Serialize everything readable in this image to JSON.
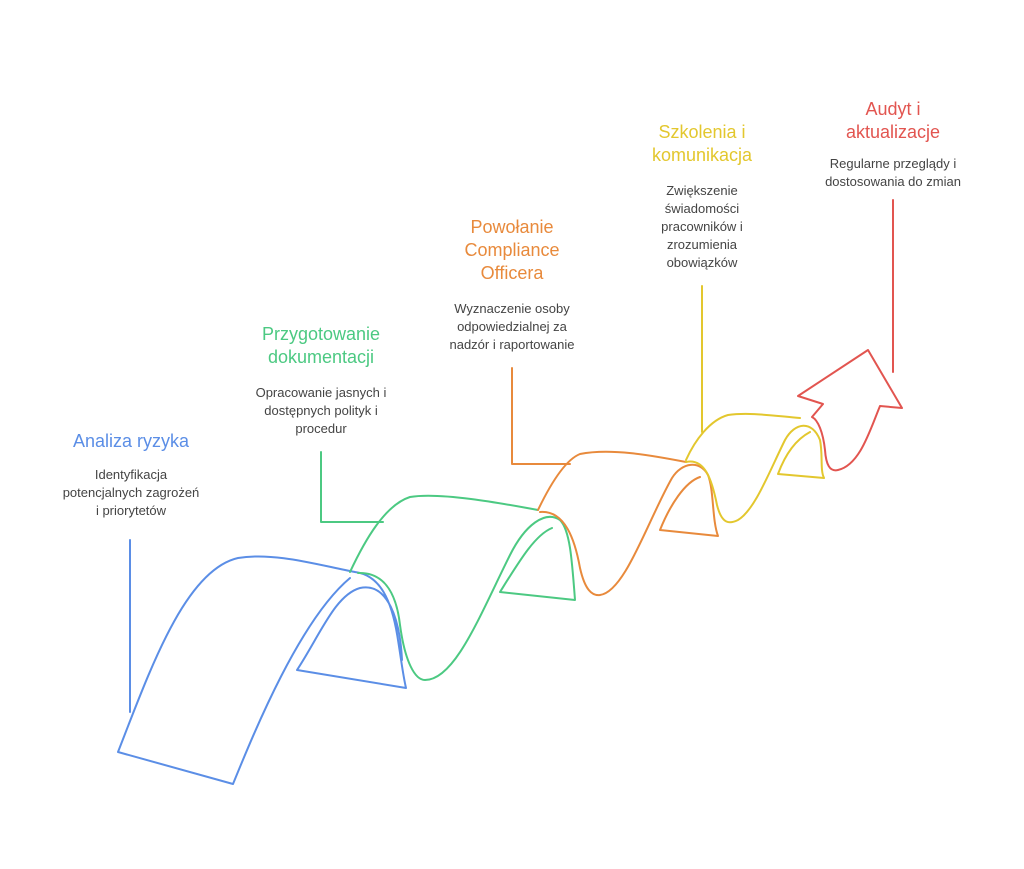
{
  "colors": {
    "step1": "#5b8ee6",
    "step2": "#4cc982",
    "step3": "#e88a3c",
    "step4": "#e3c72e",
    "step5": "#e25550",
    "text": "#444444"
  },
  "steps": [
    {
      "title_lines": [
        "Analiza ryzyka"
      ],
      "desc_lines": [
        "Identyfikacja",
        "potencjalnych zagrożeń",
        "i priorytetów"
      ]
    },
    {
      "title_lines": [
        "Przygotowanie",
        "dokumentacji"
      ],
      "desc_lines": [
        "Opracowanie jasnych i",
        "dostępnych polityk i",
        "procedur"
      ]
    },
    {
      "title_lines": [
        "Powołanie",
        "Compliance",
        "Officera"
      ],
      "desc_lines": [
        "Wyznaczenie osoby",
        "odpowiedzialnej za",
        "nadzór i raportowanie"
      ]
    },
    {
      "title_lines": [
        "Szkolenia i",
        "komunikacja"
      ],
      "desc_lines": [
        "Zwiększenie",
        "świadomości",
        "pracowników i",
        "zrozumienia",
        "obowiązków"
      ]
    },
    {
      "title_lines": [
        "Audyt i",
        "aktualizacje"
      ],
      "desc_lines": [
        "Regularne przeglądy i",
        "dostosowania do zmian"
      ]
    }
  ]
}
